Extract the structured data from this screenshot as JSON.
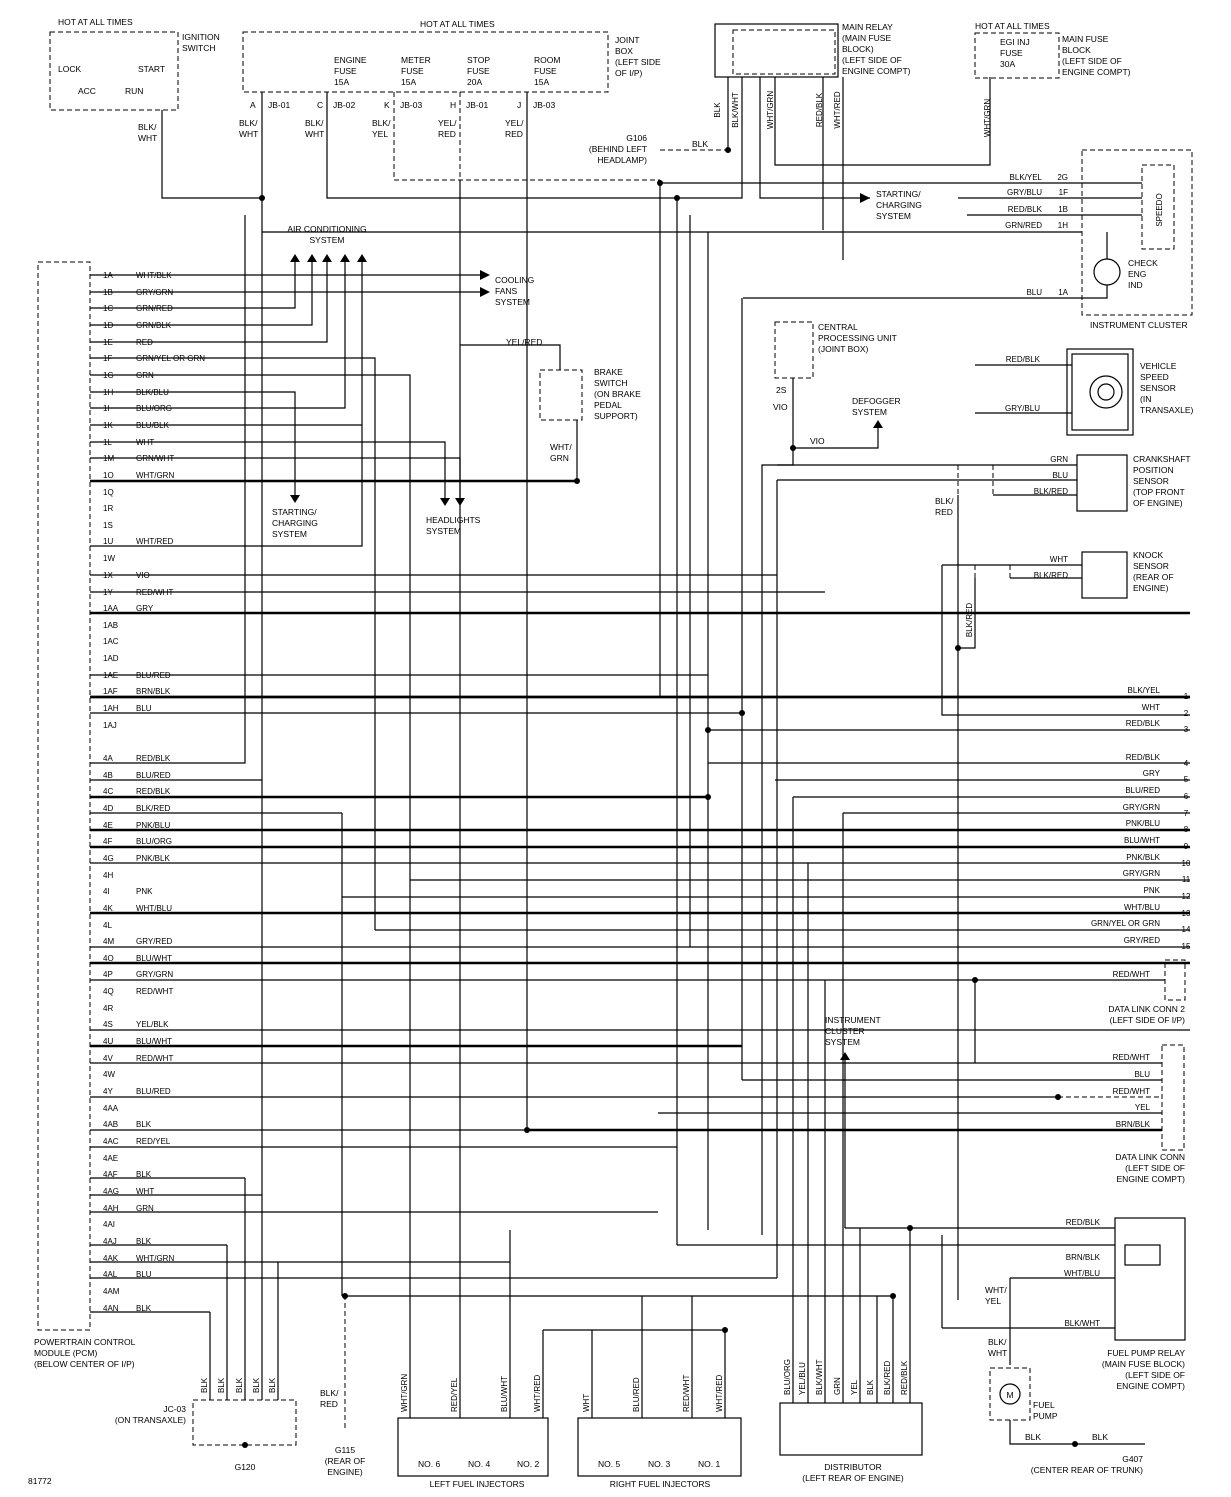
{
  "figure_id": "81772",
  "pcm": {
    "label": [
      "POWERTRAIN CONTROL",
      "MODULE (PCM)",
      "(BELOW CENTER OF I/P)"
    ],
    "pins": [
      {
        "pin": "1A",
        "wire": "WHT/BLK"
      },
      {
        "pin": "1B",
        "wire": "GRY/GRN"
      },
      {
        "pin": "1C",
        "wire": "GRN/RED"
      },
      {
        "pin": "1D",
        "wire": "GRN/BLK"
      },
      {
        "pin": "1E",
        "wire": "RED"
      },
      {
        "pin": "1F",
        "wire": "GRN/YEL OR GRN"
      },
      {
        "pin": "1G",
        "wire": "GRN"
      },
      {
        "pin": "1H",
        "wire": "BLK/BLU"
      },
      {
        "pin": "1I",
        "wire": "BLU/ORG"
      },
      {
        "pin": "1K",
        "wire": "BLU/BLK"
      },
      {
        "pin": "1L",
        "wire": "WHT"
      },
      {
        "pin": "1M",
        "wire": "GRN/WHT"
      },
      {
        "pin": "1O",
        "wire": "WHT/GRN"
      },
      {
        "pin": "1Q",
        "wire": ""
      },
      {
        "pin": "1R",
        "wire": ""
      },
      {
        "pin": "1S",
        "wire": ""
      },
      {
        "pin": "1U",
        "wire": "WHT/RED"
      },
      {
        "pin": "1W",
        "wire": ""
      },
      {
        "pin": "1X",
        "wire": "VIO"
      },
      {
        "pin": "1Y",
        "wire": "RED/WHT"
      },
      {
        "pin": "1AA",
        "wire": "GRY"
      },
      {
        "pin": "1AB",
        "wire": ""
      },
      {
        "pin": "1AC",
        "wire": ""
      },
      {
        "pin": "1AD",
        "wire": ""
      },
      {
        "pin": "1AE",
        "wire": "BLU/RED"
      },
      {
        "pin": "1AF",
        "wire": "BRN/BLK"
      },
      {
        "pin": "1AH",
        "wire": "BLU"
      },
      {
        "pin": "1AJ",
        "wire": ""
      },
      {
        "pin": "4A",
        "wire": "RED/BLK"
      },
      {
        "pin": "4B",
        "wire": "BLU/RED"
      },
      {
        "pin": "4C",
        "wire": "RED/BLK"
      },
      {
        "pin": "4D",
        "wire": "BLK/RED"
      },
      {
        "pin": "4E",
        "wire": "PNK/BLU"
      },
      {
        "pin": "4F",
        "wire": "BLU/ORG"
      },
      {
        "pin": "4G",
        "wire": "PNK/BLK"
      },
      {
        "pin": "4H",
        "wire": ""
      },
      {
        "pin": "4I",
        "wire": "PNK"
      },
      {
        "pin": "4K",
        "wire": "WHT/BLU"
      },
      {
        "pin": "4L",
        "wire": ""
      },
      {
        "pin": "4M",
        "wire": "GRY/RED"
      },
      {
        "pin": "4O",
        "wire": "BLU/WHT"
      },
      {
        "pin": "4P",
        "wire": "GRY/GRN"
      },
      {
        "pin": "4Q",
        "wire": "RED/WHT"
      },
      {
        "pin": "4R",
        "wire": ""
      },
      {
        "pin": "4S",
        "wire": "YEL/BLK"
      },
      {
        "pin": "4U",
        "wire": "BLU/WHT"
      },
      {
        "pin": "4V",
        "wire": "RED/WHT"
      },
      {
        "pin": "4W",
        "wire": ""
      },
      {
        "pin": "4Y",
        "wire": "BLU/RED"
      },
      {
        "pin": "4AA",
        "wire": ""
      },
      {
        "pin": "4AB",
        "wire": "BLK"
      },
      {
        "pin": "4AC",
        "wire": "RED/YEL"
      },
      {
        "pin": "4AE",
        "wire": ""
      },
      {
        "pin": "4AF",
        "wire": "BLK"
      },
      {
        "pin": "4AG",
        "wire": "WHT"
      },
      {
        "pin": "4AH",
        "wire": "GRN"
      },
      {
        "pin": "4AI",
        "wire": ""
      },
      {
        "pin": "4AJ",
        "wire": "BLK"
      },
      {
        "pin": "4AK",
        "wire": "WHT/GRN"
      },
      {
        "pin": "4AL",
        "wire": "BLU"
      },
      {
        "pin": "4AM",
        "wire": ""
      },
      {
        "pin": "4AN",
        "wire": "BLK"
      }
    ]
  },
  "right_connector": [
    {
      "num": "1",
      "wire": "BLK/YEL"
    },
    {
      "num": "2",
      "wire": "WHT"
    },
    {
      "num": "3",
      "wire": "RED/BLK"
    },
    {
      "num": "4",
      "wire": "RED/BLK"
    },
    {
      "num": "5",
      "wire": "GRY"
    },
    {
      "num": "6",
      "wire": "BLU/RED"
    },
    {
      "num": "7",
      "wire": "GRY/GRN"
    },
    {
      "num": "8",
      "wire": "PNK/BLU"
    },
    {
      "num": "9",
      "wire": "BLU/WHT"
    },
    {
      "num": "10",
      "wire": "PNK/BLK"
    },
    {
      "num": "11",
      "wire": "GRY/GRN"
    },
    {
      "num": "12",
      "wire": "PNK"
    },
    {
      "num": "13",
      "wire": "WHT/BLU"
    },
    {
      "num": "14",
      "wire": "GRN/YEL OR GRN"
    },
    {
      "num": "15",
      "wire": "GRY/RED"
    }
  ],
  "top": {
    "hot1": "HOT AT ALL TIMES",
    "hot2": "HOT AT ALL TIMES",
    "hot3": "HOT AT ALL TIMES",
    "ignition": [
      "IGNITION",
      "SWITCH"
    ],
    "lock": "LOCK",
    "acc": "ACC",
    "start": "START",
    "run": "RUN",
    "ign_wire": [
      "BLK/",
      "WHT"
    ],
    "joint_box": [
      "JOINT",
      "BOX",
      "(LEFT SIDE",
      "OF I/P)"
    ],
    "fuses": [
      {
        "name": [
          "ENGINE",
          "FUSE",
          "15A"
        ],
        "term": "C",
        "jb": "JB-02",
        "wire": [
          "BLK/",
          "WHT"
        ]
      },
      {
        "name": [
          "METER",
          "FUSE",
          "15A"
        ],
        "term": "K",
        "jb": "JB-03",
        "wire": [
          "BLK/",
          "YEL"
        ]
      },
      {
        "name": [
          "STOP",
          "FUSE",
          "20A"
        ],
        "term": "H",
        "jb": "JB-01",
        "wire": [
          "YEL/",
          "RED"
        ]
      },
      {
        "name": [
          "ROOM",
          "FUSE",
          "15A"
        ],
        "term": "J",
        "jb": "JB-03",
        "wire": [
          "YEL/",
          "RED"
        ]
      }
    ],
    "term_a": "A",
    "term_a_jb": "JB-01",
    "term_a_wire": [
      "BLK/",
      "WHT"
    ],
    "main_relay": [
      "MAIN RELAY",
      "(MAIN FUSE",
      "BLOCK)",
      "(LEFT SIDE OF",
      "ENGINE COMPT)"
    ],
    "relay_wires": [
      "BLK",
      "BLK/WHT",
      "WHT/GRN",
      "RED/BLK",
      "WHT/RED"
    ],
    "main_fuse": [
      "MAIN FUSE",
      "BLOCK",
      "(LEFT SIDE OF",
      "ENGINE COMPT)"
    ],
    "egi_fuse": [
      "EGI INJ",
      "FUSE",
      "30A"
    ],
    "main_fuse_wire": "WHT/GRN",
    "g106": [
      "G106",
      "(BEHIND LEFT",
      "HEADLAMP)"
    ],
    "g106_wire": "BLK",
    "starting1": [
      "STARTING/",
      "CHARGING",
      "SYSTEM"
    ]
  },
  "cluster": {
    "label": "INSTRUMENT CLUSTER",
    "speedo": "SPEEDO",
    "check": [
      "CHECK",
      "ENG",
      "IND"
    ],
    "pins": [
      {
        "wire": "BLK/YEL",
        "pin": "2G"
      },
      {
        "wire": "GRY/BLU",
        "pin": "1F"
      },
      {
        "wire": "RED/BLK",
        "pin": "1B"
      },
      {
        "wire": "GRN/RED",
        "pin": "1H"
      },
      {
        "wire": "BLU",
        "pin": "1A"
      }
    ]
  },
  "systems": {
    "ac": [
      "AIR CONDITIONING",
      "SYSTEM"
    ],
    "cooling": [
      "COOLING",
      "FANS",
      "SYSTEM"
    ],
    "brake": [
      "BRAKE",
      "SWITCH",
      "(ON BRAKE",
      "PEDAL",
      "SUPPORT)"
    ],
    "brake_wire_top": "YEL/RED",
    "brake_wire_bot": [
      "WHT/",
      "GRN"
    ],
    "cpu": [
      "CENTRAL",
      "PROCESSING UNIT",
      "(JOINT BOX)"
    ],
    "cpu_pin": "2S",
    "cpu_wire": "VIO",
    "defogger": [
      "DEFOGGER",
      "SYSTEM"
    ],
    "starting2": [
      "STARTING/",
      "CHARGING",
      "SYSTEM"
    ],
    "headlights": [
      "HEADLIGHTS",
      "SYSTEM"
    ],
    "cluster_sys": [
      "INSTRUMENT",
      "CLUSTER",
      "SYSTEM"
    ]
  },
  "sensors": {
    "vss": [
      "VEHICLE",
      "SPEED",
      "SENSOR",
      "(IN",
      "TRANSAXLE)"
    ],
    "vss_wires": [
      "RED/BLK",
      "GRY/BLU"
    ],
    "ckp": [
      "CRANKSHAFT",
      "POSITION",
      "SENSOR",
      "(TOP FRONT",
      "OF ENGINE)"
    ],
    "ckp_wires": [
      "GRN",
      "BLU",
      "BLK/RED"
    ],
    "ckp_shield": [
      "BLK/",
      "RED"
    ],
    "knock": [
      "KNOCK",
      "SENSOR",
      "(REAR OF",
      "ENGINE)"
    ],
    "knock_wires": [
      "WHT",
      "BLK/RED"
    ],
    "knock_shield": "BLK/RED"
  },
  "dlc2": {
    "label": [
      "DATA LINK CONN 2",
      "(LEFT SIDE OF I/P)"
    ],
    "wire": "RED/WHT"
  },
  "dlc": {
    "label": [
      "DATA LINK CONN",
      "(LEFT SIDE OF",
      "ENGINE COMPT)"
    ],
    "wires": [
      "RED/WHT",
      "BLU",
      "RED/WHT",
      "YEL",
      "BRN/BLK"
    ]
  },
  "fuel_pump_relay": {
    "label": [
      "FUEL PUMP RELAY",
      "(MAIN FUSE BLOCK)",
      "(LEFT SIDE OF",
      "ENGINE COMPT)"
    ],
    "wires": [
      "RED/BLK",
      "BRN/BLK",
      "WHT/BLU",
      "BLK/WHT"
    ],
    "wht_yel": [
      "WHT/",
      "YEL"
    ],
    "blk_wht": [
      "BLK/",
      "WHT"
    ]
  },
  "fuel_pump": {
    "label": [
      "FUEL",
      "PUMP"
    ],
    "symbol": "M"
  },
  "g407": {
    "label": [
      "G407",
      "(CENTER REAR OF TRUNK)"
    ],
    "wires": [
      "BLK",
      "BLK"
    ]
  },
  "distributor": {
    "label": [
      "DISTRIBUTOR",
      "(LEFT REAR OF ENGINE)"
    ],
    "wires": [
      "BLU/ORG",
      "YEL/BLU",
      "BLK/WHT",
      "GRN",
      "YEL",
      "BLK",
      "BLK/RED",
      "RED/BLK"
    ]
  },
  "left_inj": {
    "label": "LEFT FUEL INJECTORS",
    "names": [
      "NO. 6",
      "NO. 4",
      "NO. 2"
    ],
    "wires": [
      "WHT/GRN",
      "RED/YEL",
      "BLU/WHT",
      "WHT/RED"
    ]
  },
  "right_inj": {
    "label": "RIGHT FUEL INJECTORS",
    "names": [
      "NO. 5",
      "NO. 3",
      "NO. 1"
    ],
    "wires": [
      "WHT",
      "BLU/RED",
      "RED/WHT",
      "WHT/RED"
    ]
  },
  "jc03": {
    "label": [
      "JC-03",
      "(ON TRANSAXLE)"
    ],
    "wires": [
      "BLK",
      "BLK",
      "BLK",
      "BLK",
      "BLK"
    ]
  },
  "g120": "G120",
  "g115": {
    "label": [
      "G115",
      "(REAR OF",
      "ENGINE)"
    ],
    "wire": [
      "BLK/",
      "RED"
    ]
  }
}
